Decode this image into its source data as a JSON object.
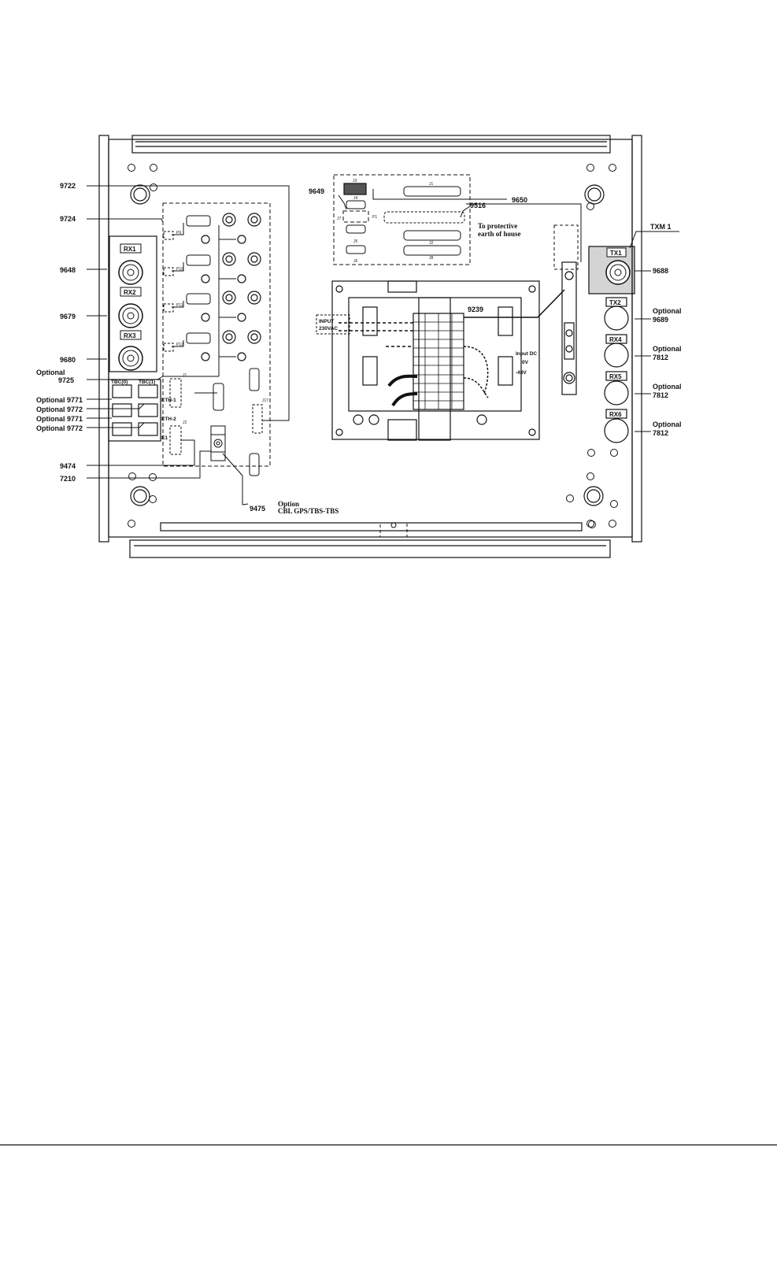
{
  "colors": {
    "line": "#111111",
    "background": "#ffffff"
  },
  "callouts_left": [
    {
      "id": "c9722",
      "text": "9722"
    },
    {
      "id": "c9724",
      "text": "9724"
    },
    {
      "id": "c9648",
      "text": "9648"
    },
    {
      "id": "c9679",
      "text": "9679"
    },
    {
      "id": "c9680",
      "text": "9680"
    },
    {
      "id": "c9725a",
      "text": "Optional"
    },
    {
      "id": "c9725b",
      "text": "9725"
    },
    {
      "id": "c9771a",
      "text": "Optional 9771"
    },
    {
      "id": "c9772a",
      "text": "Optional 9772"
    },
    {
      "id": "c9771b",
      "text": "Optional 9771"
    },
    {
      "id": "c9772b",
      "text": "Optional 9772"
    },
    {
      "id": "c9474",
      "text": "9474"
    },
    {
      "id": "c7210",
      "text": "7210"
    }
  ],
  "callouts_top": {
    "c9649": "9649",
    "c9650": "9650",
    "c9516": "9516",
    "c9239": "9239"
  },
  "protective_earth": [
    "To protective",
    "earth of house"
  ],
  "bottom_option": {
    "line1": "Option",
    "code": "9475",
    "line2": "CBL GPS/TBS-TBS"
  },
  "callouts_right": [
    {
      "id": "txm1",
      "lines": [
        "TXM 1"
      ]
    },
    {
      "id": "c9688",
      "lines": [
        "9688"
      ]
    },
    {
      "id": "c9689",
      "lines": [
        "Optional",
        "9689"
      ]
    },
    {
      "id": "c7812a",
      "lines": [
        "Optional",
        "7812"
      ]
    },
    {
      "id": "c7812b",
      "lines": [
        "Optional",
        "7812"
      ]
    },
    {
      "id": "c7812c",
      "lines": [
        "Optional",
        "7812"
      ]
    }
  ],
  "connectors_left": [
    "RX1",
    "RX2",
    "RX3"
  ],
  "connectors_right": [
    "TX1",
    "TX2",
    "RX4",
    "RX5",
    "RX6"
  ],
  "power": {
    "input_ac": [
      "INPUT",
      "230VAC"
    ],
    "input_dc": [
      "Input DC",
      "0V",
      "-48V"
    ]
  },
  "ports": {
    "tbc0": "TBC(0)",
    "tbc1": "TBC(1)",
    "eth1": "ETH-1",
    "eth2": "ETH-2",
    "e1": "E1"
  },
  "small_labels": {
    "p9": "P9",
    "p10": "P10",
    "p11": "P11",
    "p12": "P12",
    "j1": "J1",
    "j2": "J2",
    "j3": "J3",
    "j4": "J4",
    "j5": "J5",
    "j6": "J6",
    "j7": "J7",
    "j8": "J8",
    "p1": "P1",
    "j1b": "J1",
    "j2b": "J2",
    "j17": "J17"
  }
}
